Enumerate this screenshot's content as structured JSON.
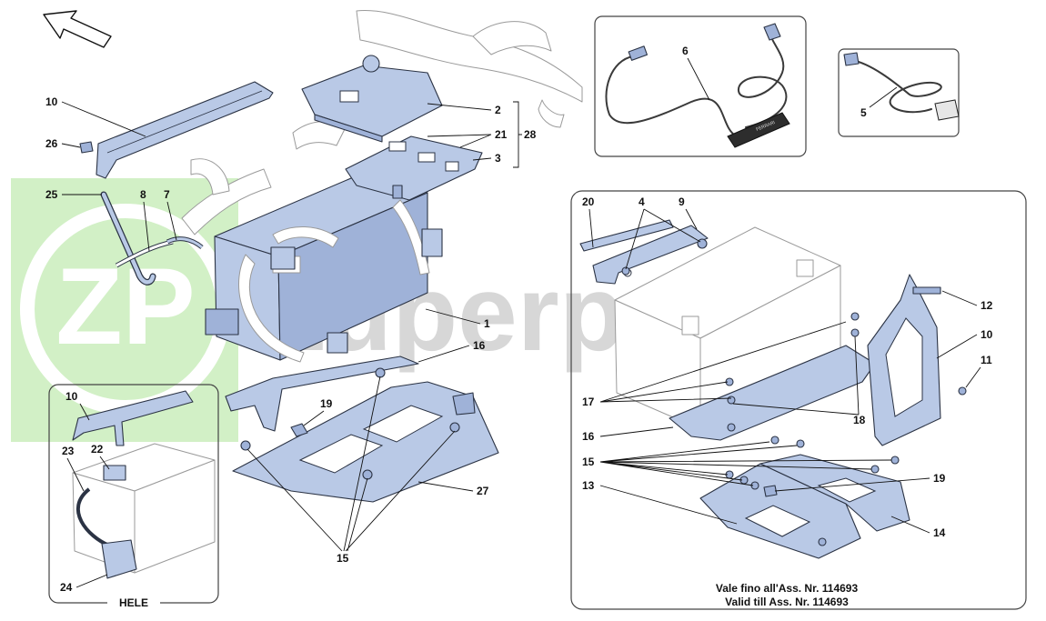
{
  "watermark": {
    "brand": "zuperparts",
    "logo_letters": "ZP"
  },
  "callouts": {
    "c1": "1",
    "c2": "2",
    "c3": "3",
    "c4": "4",
    "c5": "5",
    "c6": "6",
    "c7": "7",
    "c8": "8",
    "c9": "9",
    "c10a": "10",
    "c10b": "10",
    "c10c": "10",
    "c11": "11",
    "c12": "12",
    "c13": "13",
    "c14": "14",
    "c15a": "15",
    "c15b": "15",
    "c16a": "16",
    "c16b": "16",
    "c17": "17",
    "c18": "18",
    "c19a": "19",
    "c19b": "19",
    "c20": "20",
    "c21": "21",
    "c22": "22",
    "c23": "23",
    "c24": "24",
    "c25": "25",
    "c26": "26",
    "c27": "27",
    "c28": "28"
  },
  "inset_hele": {
    "caption": "HELE"
  },
  "inset_variant": {
    "caption_line1": "Vale fino all'Ass. Nr. 114693",
    "caption_line2": "Valid till Ass. Nr. 114693"
  },
  "charger": {
    "brand_mark": "FERRARI"
  },
  "colors": {
    "part_fill": "#b9c9e6",
    "part_stroke": "#2b3344",
    "watermark_green": "#cdeec0",
    "watermark_grey": "#d7d7d7"
  },
  "icons": {
    "direction": "arrow-up-left-icon"
  }
}
